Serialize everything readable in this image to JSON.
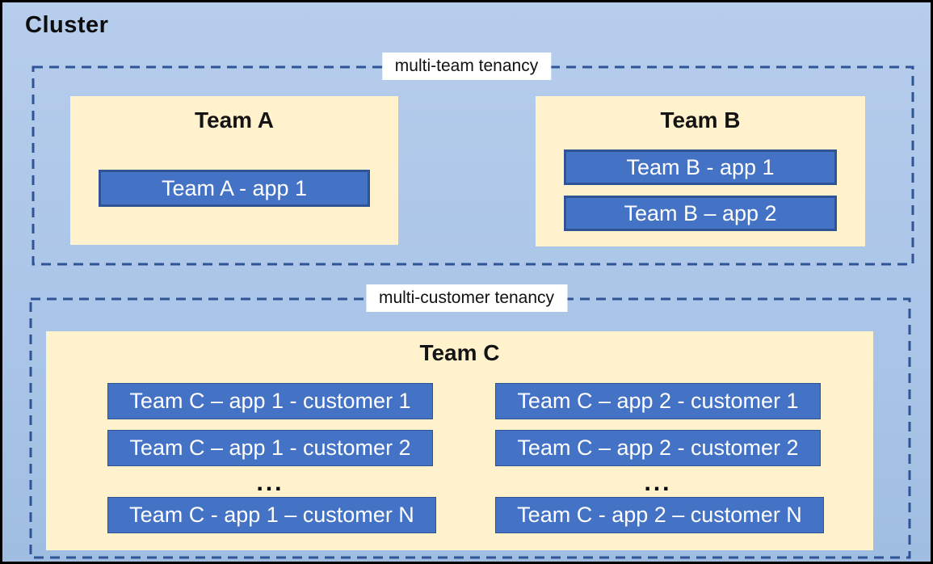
{
  "diagram": {
    "cluster_title": "Cluster",
    "zones": [
      {
        "label": "multi-team tenancy",
        "teams": [
          {
            "name": "Team A",
            "apps": [
              "Team A - app 1"
            ]
          },
          {
            "name": "Team B",
            "apps": [
              "Team B - app 1",
              "Team B – app 2"
            ]
          }
        ]
      },
      {
        "label": "multi-customer tenancy",
        "teams": [
          {
            "name": "Team C",
            "columns": [
              {
                "apps": [
                  "Team C – app 1 - customer 1",
                  "Team C – app 1 - customer 2"
                ],
                "ellipsis": "...",
                "last_app": "Team C - app 1 – customer N"
              },
              {
                "apps": [
                  "Team C – app 2 - customer 1",
                  "Team C – app 2 - customer 2"
                ],
                "ellipsis": "...",
                "last_app": "Team C - app 2 – customer N"
              }
            ]
          }
        ]
      }
    ],
    "colors": {
      "background_top": "#B7CDEC",
      "background_bottom": "#A0BEE2",
      "outer_border": "#000000",
      "dashed_border": "#2F5496",
      "team_panel": "#FFF2CC",
      "app_fill": "#4472C4",
      "app_border": "#2F5496",
      "app_text": "#FFFFFF",
      "label_background": "#FFFFFF",
      "title_text": "#0D0D0D"
    }
  }
}
